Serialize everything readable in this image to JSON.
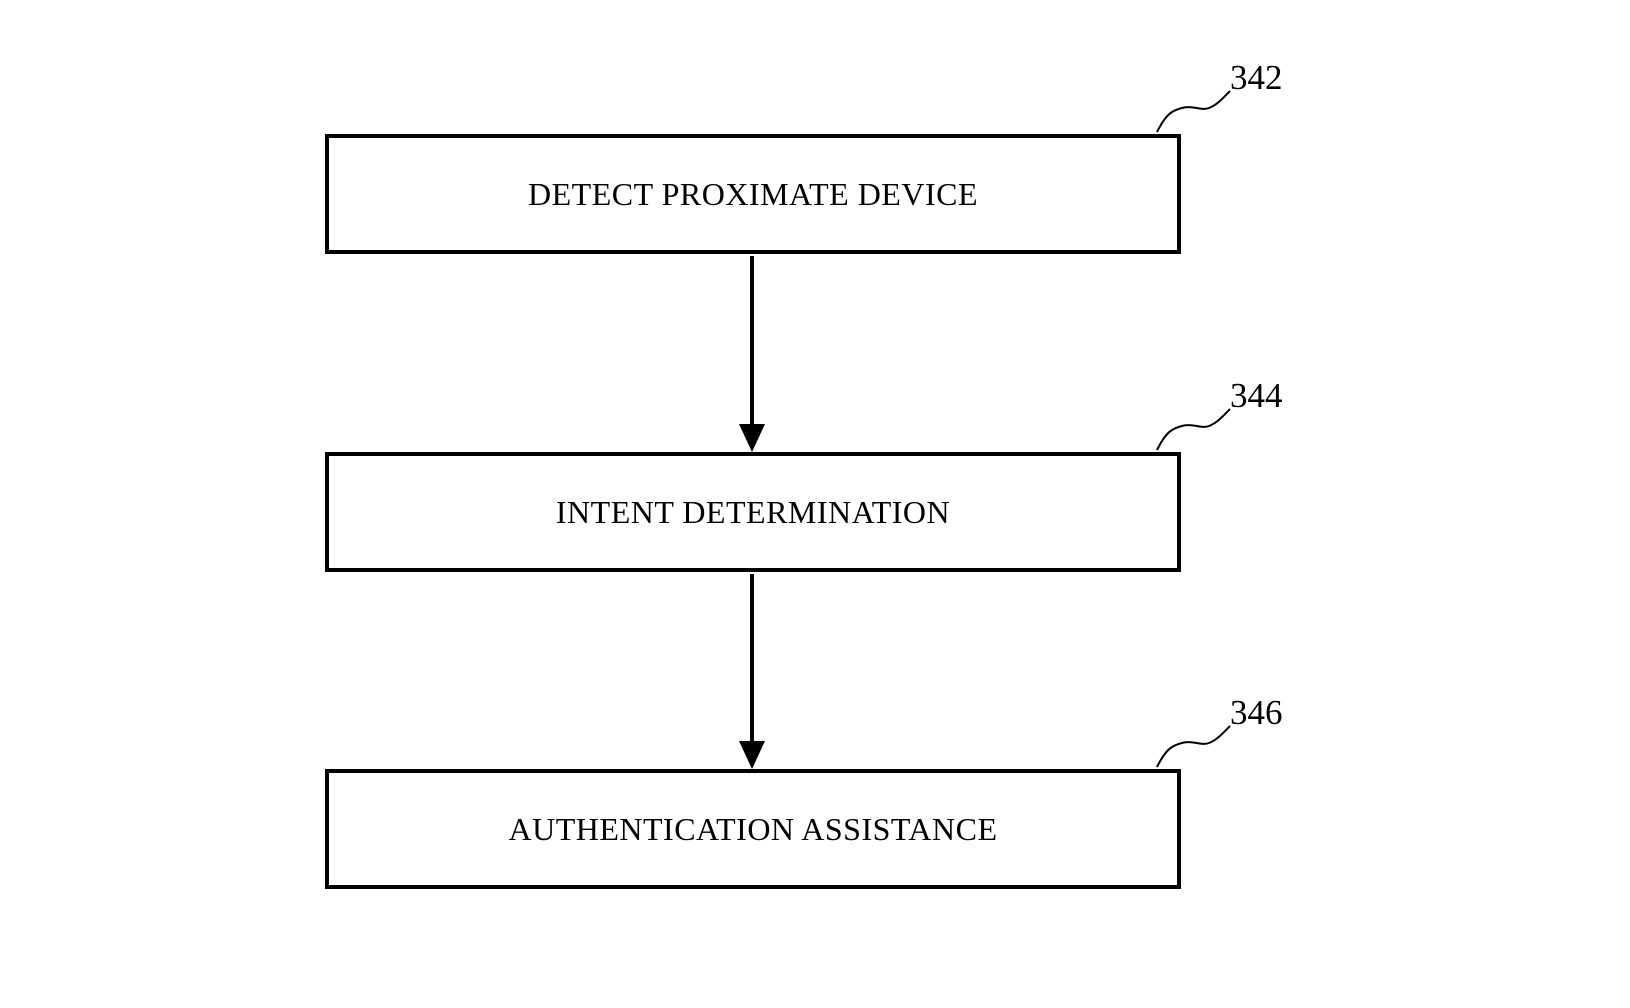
{
  "figure": {
    "background": "#ffffff",
    "line_color": "#000000",
    "boxes": [
      {
        "label": "DETECT PROXIMATE DEVICE",
        "ref": "342"
      },
      {
        "label": "INTENT DETERMINATION",
        "ref": "344"
      },
      {
        "label": "AUTHENTICATION ASSISTANCE",
        "ref": "346"
      }
    ],
    "connectors": [
      {
        "from": "342",
        "to": "344",
        "type": "arrow-down"
      },
      {
        "from": "344",
        "to": "346",
        "type": "arrow-down"
      }
    ]
  }
}
